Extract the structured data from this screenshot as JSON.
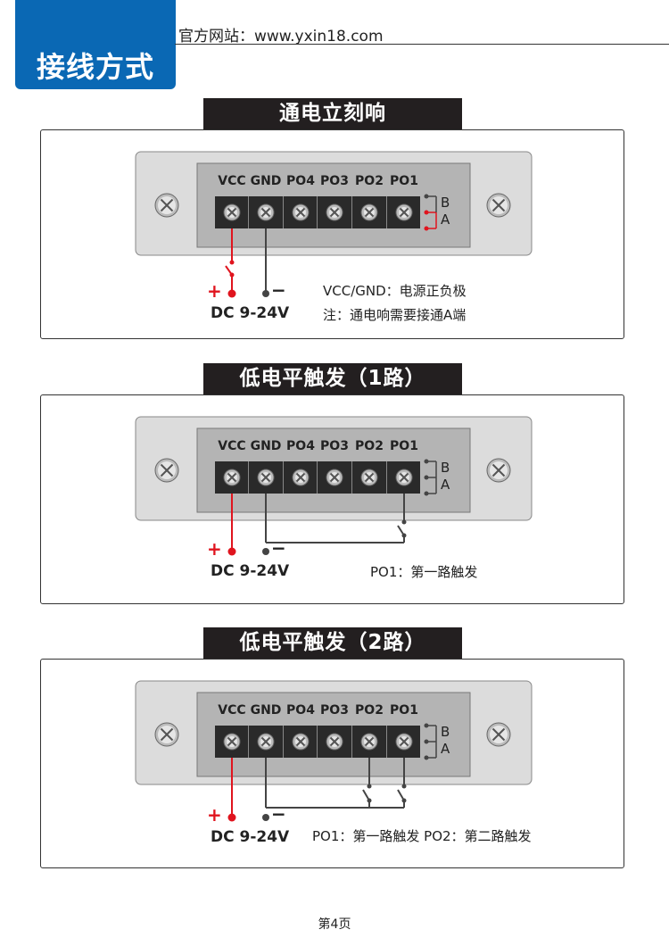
{
  "header": {
    "section_title": "接线方式",
    "website": "官方网站：www.yxin18.com"
  },
  "terminals": [
    "VCC",
    "GND",
    "PO4",
    "PO3",
    "PO2",
    "PO1"
  ],
  "ba": {
    "b": "B",
    "a": "A"
  },
  "power_label": "DC 9-24V",
  "plus": "+",
  "minus": "−",
  "panels": [
    {
      "title": "通电立刻响",
      "notes": [
        "VCC/GND：电源正负极",
        "注：通电响需要接通A端"
      ]
    },
    {
      "title": "低电平触发（1路）",
      "notes": [
        "PO1：第一路触发"
      ]
    },
    {
      "title": "低电平触发（2路）",
      "notes": [
        "PO1：第一路触发   PO2：第二路触发"
      ]
    }
  ],
  "footer": {
    "page": "第4页"
  },
  "colors": {
    "brand": "#0a68b4",
    "wire_positive": "#e0141e",
    "wire_ground": "#444444"
  }
}
